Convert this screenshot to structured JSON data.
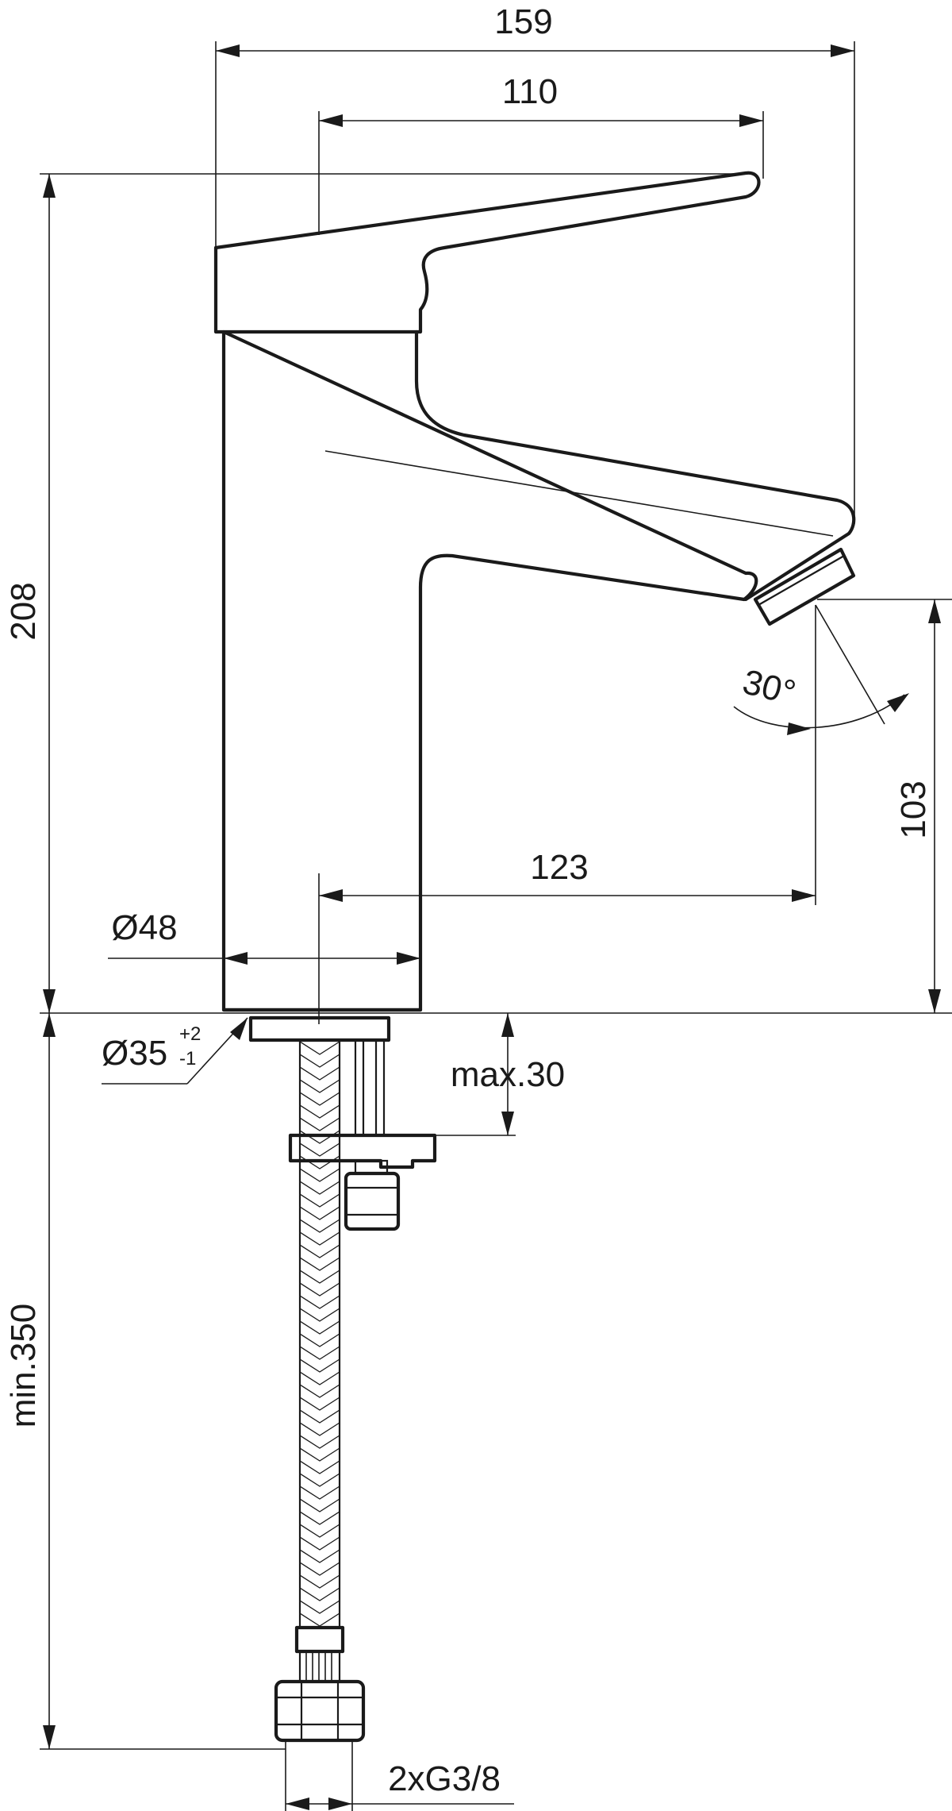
{
  "dimensions": {
    "overall_width": "159",
    "lever_width": "110",
    "overall_height": "208",
    "spout_height": "103",
    "spout_reach": "123",
    "body_diameter": "Ø48",
    "hole_diameter": "Ø35",
    "hole_tol_upper": "+2",
    "hole_tol_lower": "-1",
    "max_deck": "max.30",
    "min_hose": "min.350",
    "connection": "2xG3/8",
    "angle": "30°"
  }
}
